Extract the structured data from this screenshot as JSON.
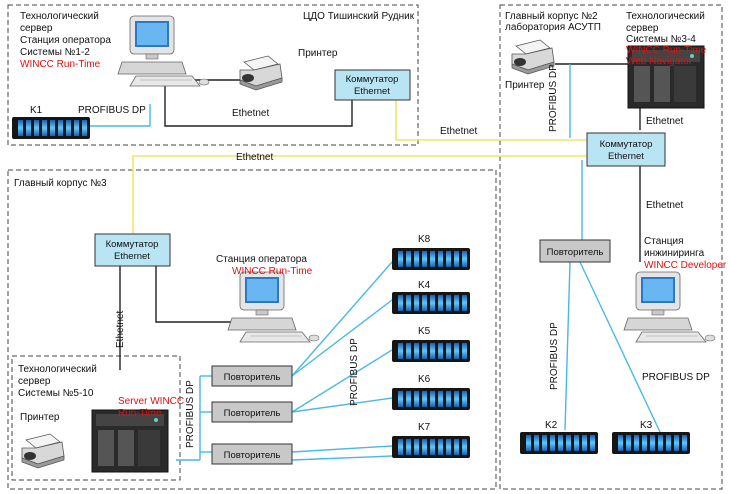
{
  "zones": {
    "tsdo": "ЦДО Тишинский Рудник",
    "korpus2_l1": "Главный корпус №2",
    "korpus2_l2": "лаборатория АСУТП",
    "korpus3": "Главный корпус №3"
  },
  "switches": {
    "label_l1": "Коммутатор",
    "label_l2": "Ethernet"
  },
  "repeater_label": "Повторитель",
  "nodes": {
    "server12": {
      "l1": "Технологический",
      "l2": "сервер",
      "l3": "Станция оператора",
      "l4": "Системы №1-2",
      "l5": "WINCC Run-Time"
    },
    "printer": "Принтер",
    "server34": {
      "l1": "Технологический",
      "l2": "сервер",
      "l3": "Системы №3-4",
      "l4": "WINCC Run-Time",
      "l5": "Web Navigator"
    },
    "engineer": {
      "l1": "Станция",
      "l2": "инжиниринга",
      "l3": "WINCC Developer"
    },
    "operator3": {
      "l1": "Станция оператора",
      "l2": "WINCC Run-Time"
    },
    "server510": {
      "l1": "Технологический",
      "l2": "сервер",
      "l3": "Системы №5-10",
      "l4": "Server WINCC",
      "l5": "Run-Time"
    }
  },
  "links": {
    "ethernet": "Ethetnet",
    "profibus": "PROFIBUS DP"
  },
  "controllers": [
    "K1",
    "K8",
    "K4",
    "K5",
    "K6",
    "K7",
    "K2",
    "K3"
  ],
  "colors": {
    "ethernet_line": "#f7e36a",
    "profibus_line": "#4ab8e6",
    "switch_fill": "#b9e4f4",
    "repeater_fill": "#c8c8c8",
    "controller_fill": "#1b1b1b",
    "controller_segment": "#3aa0e0",
    "accent_red": "#e01010"
  }
}
